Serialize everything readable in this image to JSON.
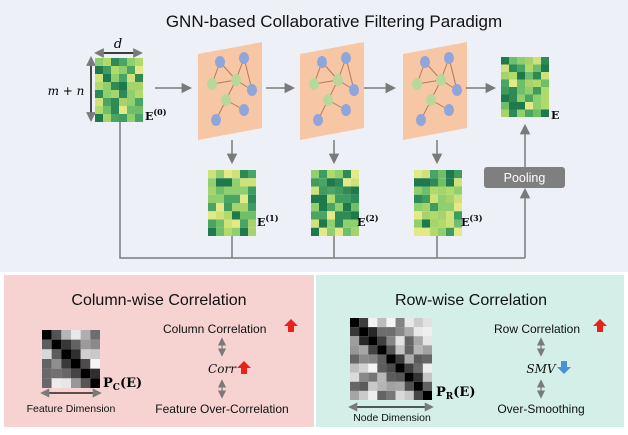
{
  "top_panel": {
    "title": "GNN-based Collaborative Filtering Paradigm",
    "dim_d": "d",
    "dim_mn": "m + n",
    "labels": {
      "e0": "E(0)",
      "e1": "E(1)",
      "e2": "E(2)",
      "e3": "E(3)",
      "e_final": "E"
    },
    "pooling": "Pooling"
  },
  "left_panel": {
    "title": "Column-wise Correlation",
    "matrix_label": "PC(E)",
    "axis_label": "Feature Dimension",
    "top_text": "Column Correlation",
    "mid_text": "Corr",
    "bottom_text": "Feature Over-Correlation"
  },
  "right_panel": {
    "title": "Row-wise Correlation",
    "matrix_label": "PR(E)",
    "axis_label": "Node Dimension",
    "top_text": "Row Correlation",
    "mid_text": "SMV",
    "bottom_text": "Over-Smoothing"
  },
  "colors": {
    "top_bg": "#eef0f8",
    "left_bg": "#f6d2d0",
    "right_bg": "#d4eee8",
    "plane": "#f7c6a5",
    "node_blue": "#8fa6dc",
    "node_green": "#b8d89a",
    "up_arrow": "#e8231c",
    "down_arrow": "#4a90d9",
    "pooling_bg": "#7f7f7f"
  }
}
